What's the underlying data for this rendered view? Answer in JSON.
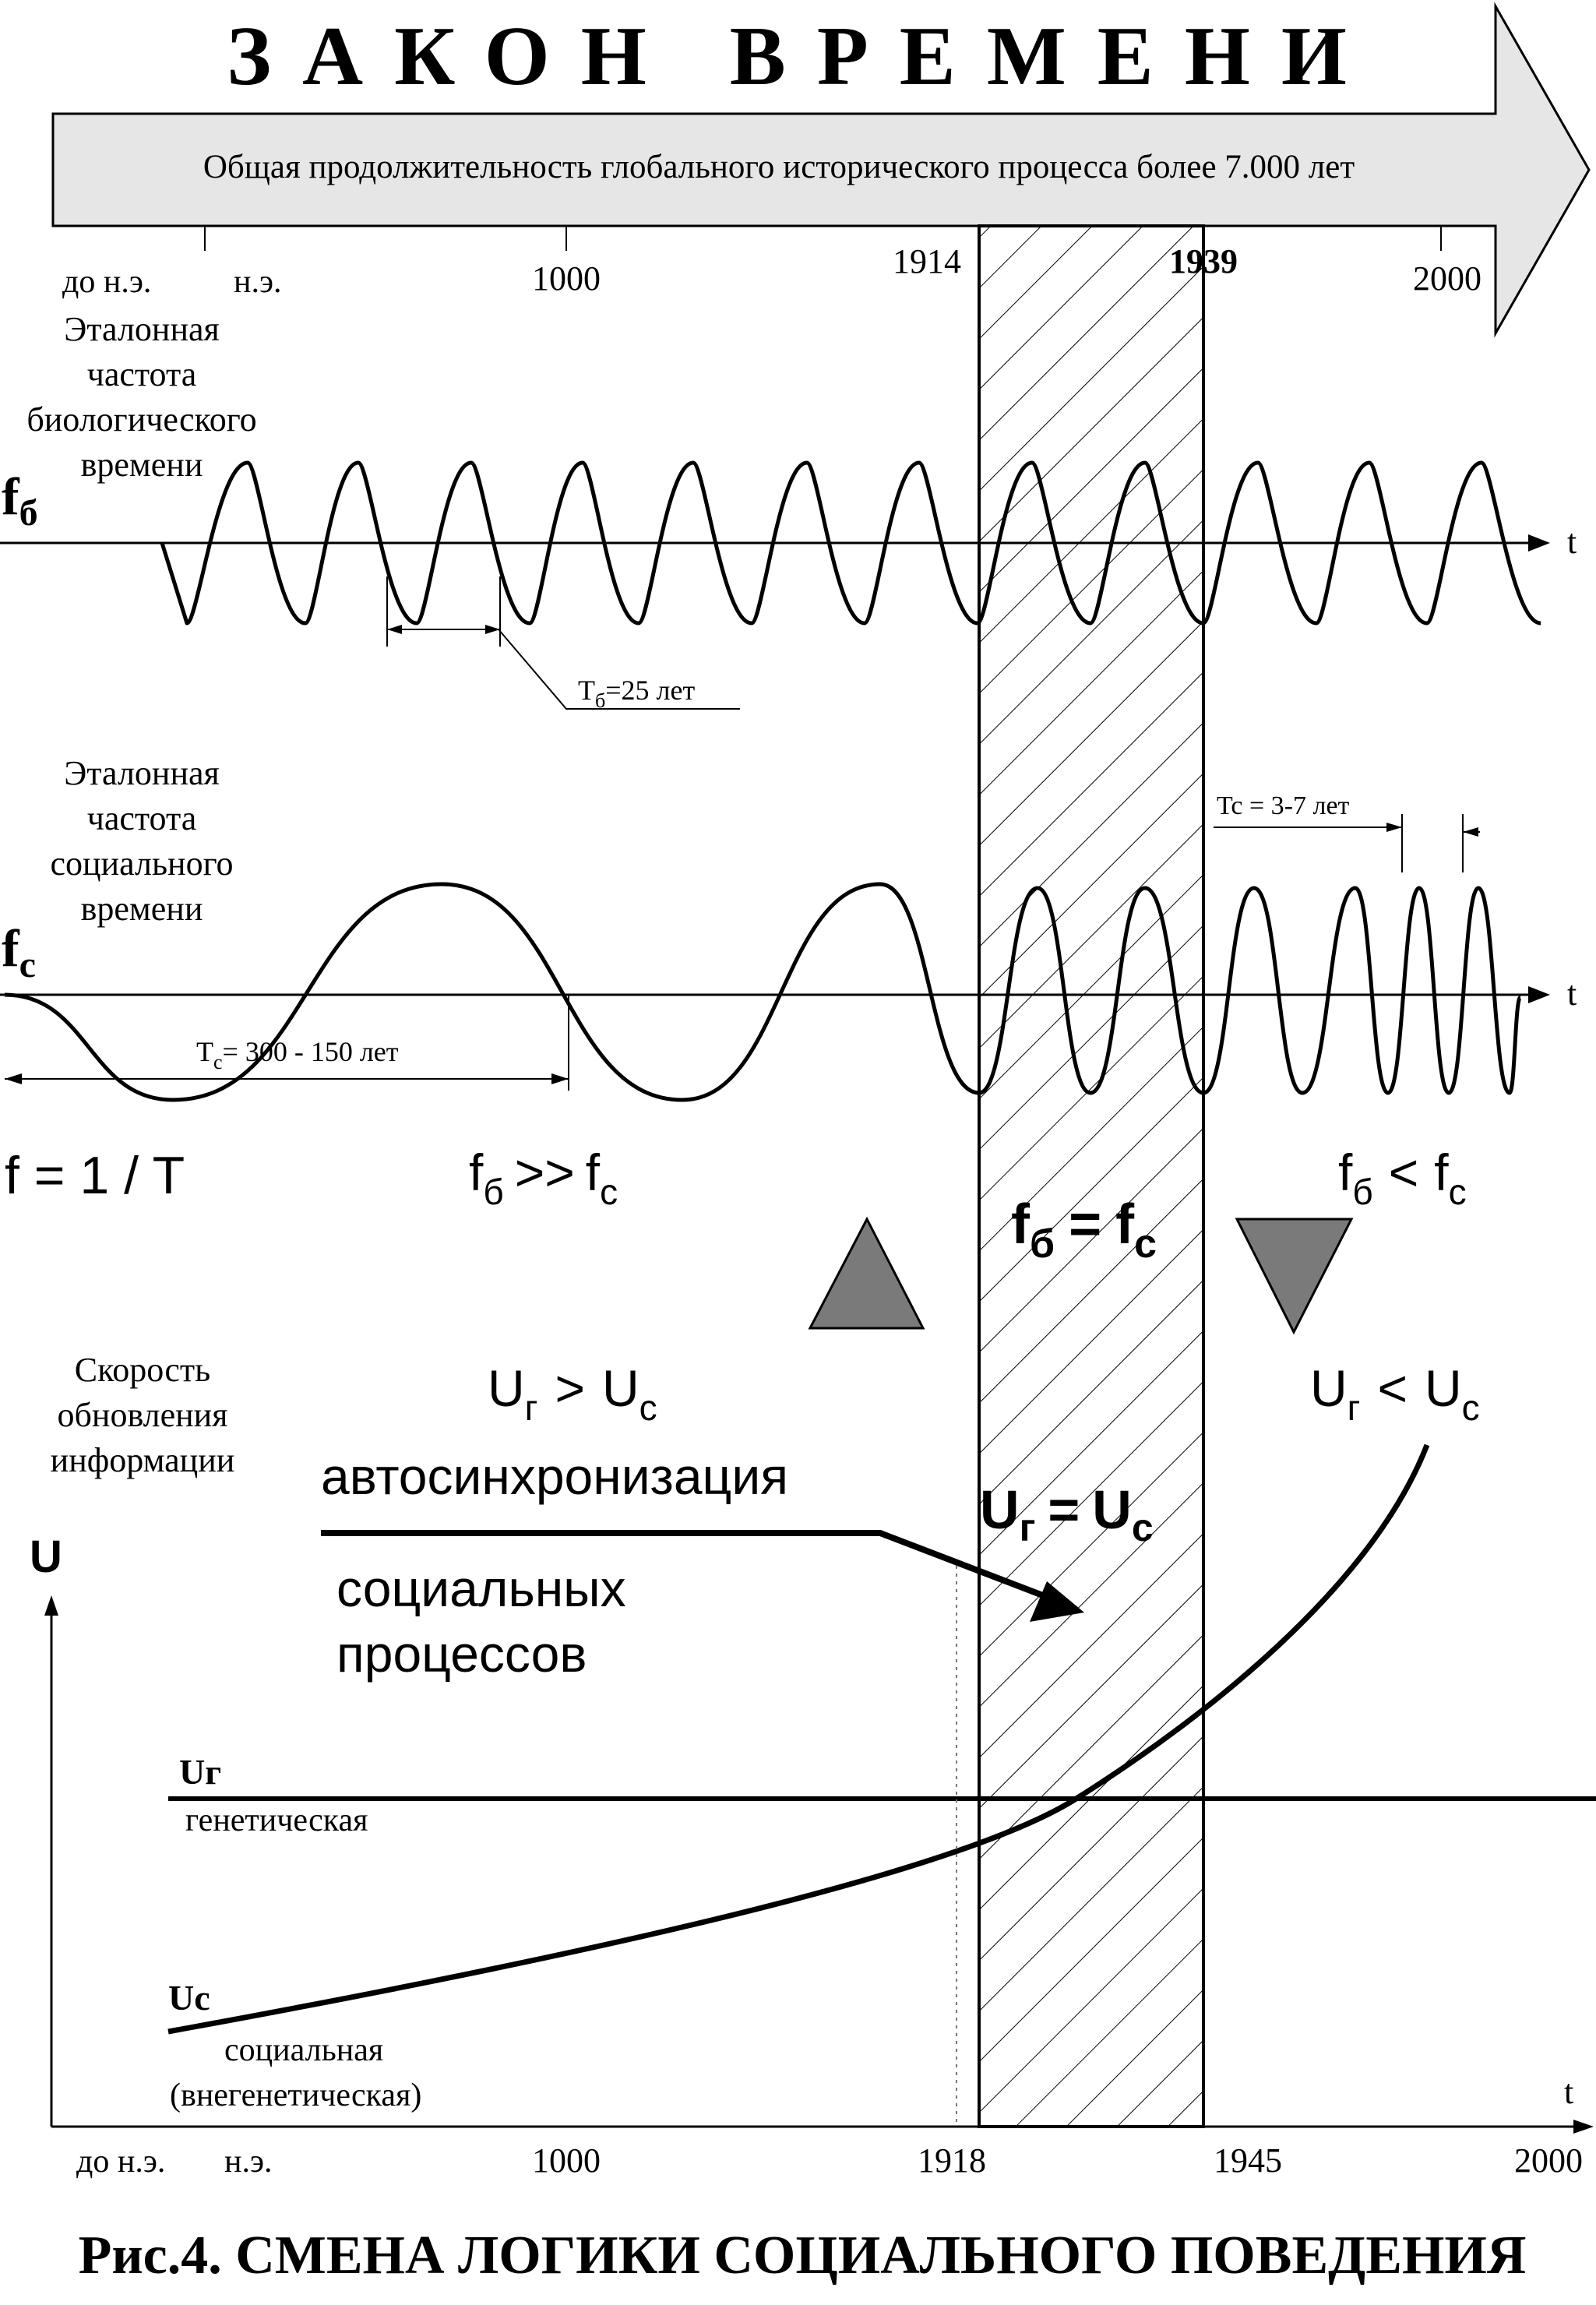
{
  "title": "ЗАКОН ВРЕМЕНИ",
  "arrow_caption": "Общая продолжительность глобального исторического процесса более 7.000 лет",
  "top_axis": {
    "ticks": [
      {
        "key": "bc",
        "label": "до н.э."
      },
      {
        "key": "ad",
        "label": "н.э."
      },
      {
        "key": "y1000",
        "label": "1000"
      },
      {
        "key": "y1914",
        "label": "1914"
      },
      {
        "key": "y1939",
        "label": "1939"
      },
      {
        "key": "y2000",
        "label": "2000"
      }
    ]
  },
  "bio_wave": {
    "label_lines": [
      "Эталонная",
      "частота",
      "биологического",
      "времени"
    ],
    "symbol": "f",
    "symbol_sub": "б",
    "axis_label": "t",
    "period_label": "T",
    "period_sub": "б",
    "period_value": "=25 лет"
  },
  "social_wave": {
    "label_lines": [
      "Эталонная",
      "частота",
      "социального",
      "времени"
    ],
    "symbol": "f",
    "symbol_sub": "c",
    "axis_label": "t",
    "period_label": "T",
    "period_sub": "c",
    "period_value": "=   300 - 150 лет",
    "short_period_label": "Tc = 3-7 лет"
  },
  "relations": {
    "formula": "f = 1 / T",
    "f_b": "f",
    "f_b_sub": "б",
    "gt": ">>",
    "lt": "<",
    "eq": "=",
    "f_c": "f",
    "f_c_sub": "c",
    "u": "U",
    "u_g_sub": "г",
    "u_c_sub": "c",
    "rel_gt": ">"
  },
  "sync": {
    "line1": "автосинхронизация",
    "line2": "социальных",
    "line3": "процессов"
  },
  "speed": {
    "label_lines": [
      "Скорость",
      "обновления",
      "информации"
    ],
    "axis_symbol": "U",
    "axis_t": "t",
    "ug_label": "Uг",
    "ug_desc": "генетическая",
    "uc_label": "Uc",
    "uc_desc1": "социальная",
    "uc_desc2": "(внегенетическая)"
  },
  "bottom_axis": {
    "labels": [
      "до н.э.",
      "н.э.",
      "1000",
      "1918",
      "1945",
      "2000"
    ]
  },
  "caption": "Рис.4. СМЕНА ЛОГИКИ СОЦИАЛЬНОГО ПОВЕДЕНИЯ",
  "colors": {
    "ink": "#000000",
    "arrow_fill": "#e6e6e6",
    "triangle_fill": "#7a7a7a"
  }
}
